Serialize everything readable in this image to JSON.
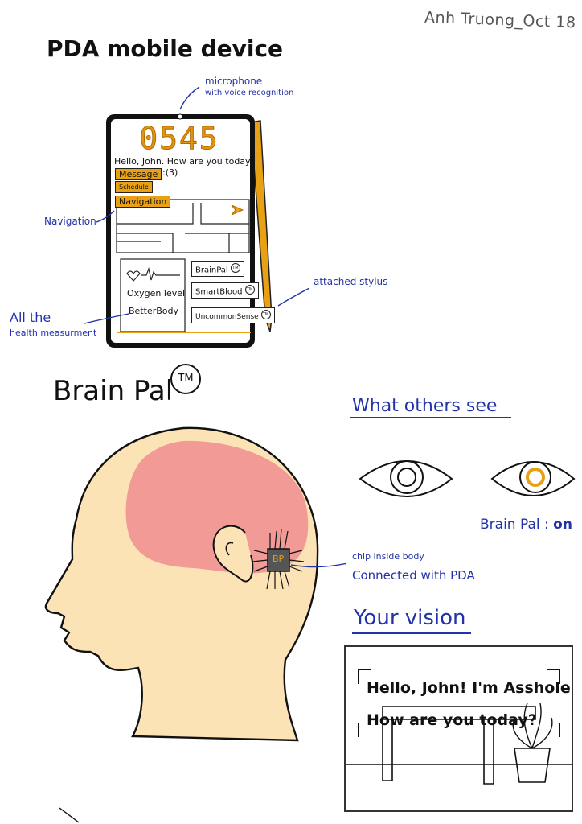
{
  "author": "Anh Truong_Oct 18",
  "pda": {
    "title": "PDA mobile device",
    "screen": {
      "time": "0545",
      "greeting": "Hello, John. How are you today?",
      "message_label": "Message",
      "message_count": ":(3)",
      "schedule_label": "Schedule",
      "navigation_label": "Navigation",
      "health_items": [
        "Oxygen level",
        "BetterBody"
      ],
      "apps": [
        "BrainPal",
        "SmartBlood",
        "UncommonSense"
      ],
      "app_badge": "TM"
    },
    "annotations": {
      "microphone": "microphone",
      "microphone_detail": "with voice recognition",
      "navigation": "Navigation",
      "stylus": "attached stylus",
      "health_line1": "All the",
      "health_line2": "health measurment"
    }
  },
  "brainpal": {
    "title": "Brain Pal",
    "tm": "TM",
    "chip_text": "BP",
    "chip_annotation_line1": "chip inside body",
    "chip_annotation_line2": "Connected with PDA"
  },
  "others_see": {
    "heading": "What others see",
    "status_prefix": "Brain Pal :",
    "status_value": "on"
  },
  "vision": {
    "heading": "Your vision",
    "line1": "Hello, John! I'm Asshole",
    "line2": "How are you today?"
  },
  "colors": {
    "orange": "#e8a014",
    "ink_blue": "#2233aa",
    "skin": "#fbe3b6",
    "brain": "#f19a96"
  }
}
